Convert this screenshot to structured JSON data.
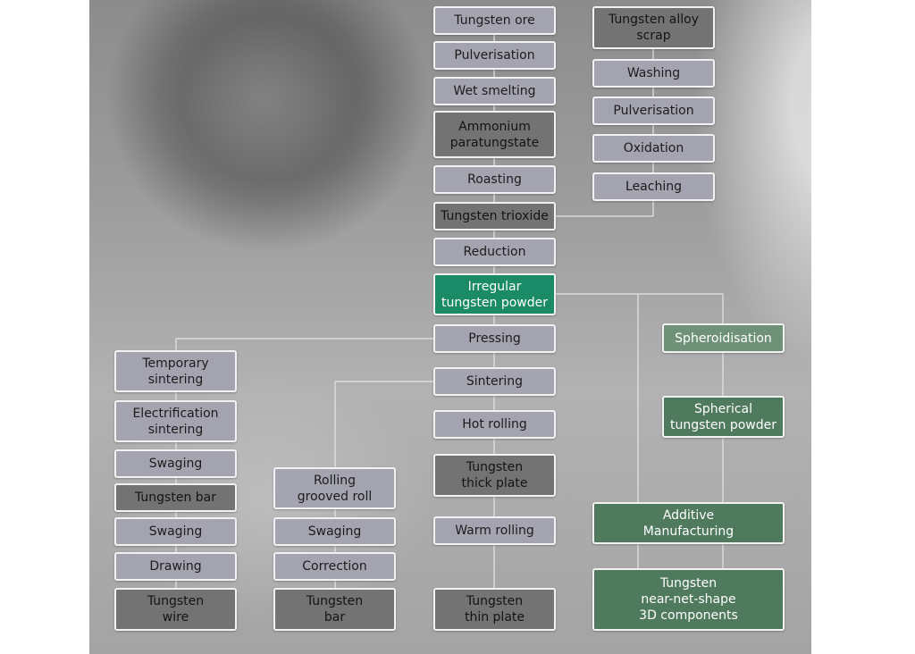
{
  "colors": {
    "process_box": "#a3a4b0",
    "material_box": "#737373",
    "powder_highlight": "#1a8a67",
    "additive_branch": "#4f7a5e",
    "spheroidisation": "#6e9177",
    "connector": "#e6e6e6"
  },
  "nodes": {
    "tungsten_ore": "Tungsten ore",
    "pulverisation_main": "Pulverisation",
    "wet_smelting": "Wet smelting",
    "ammonium_paratungstate": "Ammonium\nparatungstate",
    "roasting": "Roasting",
    "tungsten_trioxide": "Tungsten trioxide",
    "reduction": "Reduction",
    "irregular_tungsten_powder": "Irregular\ntungsten powder",
    "pressing": "Pressing",
    "sintering": "Sintering",
    "hot_rolling": "Hot rolling",
    "tungsten_thick_plate": "Tungsten\nthick plate",
    "warm_rolling": "Warm rolling",
    "tungsten_thin_plate": "Tungsten\nthin plate",
    "tungsten_alloy_scrap": "Tungsten alloy\nscrap",
    "washing": "Washing",
    "pulverisation_scrap": "Pulverisation",
    "oxidation": "Oxidation",
    "leaching": "Leaching",
    "temporary_sintering": "Temporary\nsintering",
    "electrification_sintering": "Electrification\nsintering",
    "swaging_wire_1": "Swaging",
    "tungsten_bar_wire": "Tungsten bar",
    "swaging_wire_2": "Swaging",
    "drawing": "Drawing",
    "tungsten_wire": "Tungsten\nwire",
    "rolling_grooved_roll": "Rolling\ngrooved roll",
    "swaging_bar": "Swaging",
    "correction": "Correction",
    "tungsten_bar": "Tungsten\nbar",
    "spheroidisation": "Spheroidisation",
    "spherical_tungsten_powder": "Spherical\ntungsten powder",
    "additive_manufacturing": "Additive\nManufacturing",
    "near_net_shape_components": "Tungsten\nnear-net-shape\n3D components"
  }
}
